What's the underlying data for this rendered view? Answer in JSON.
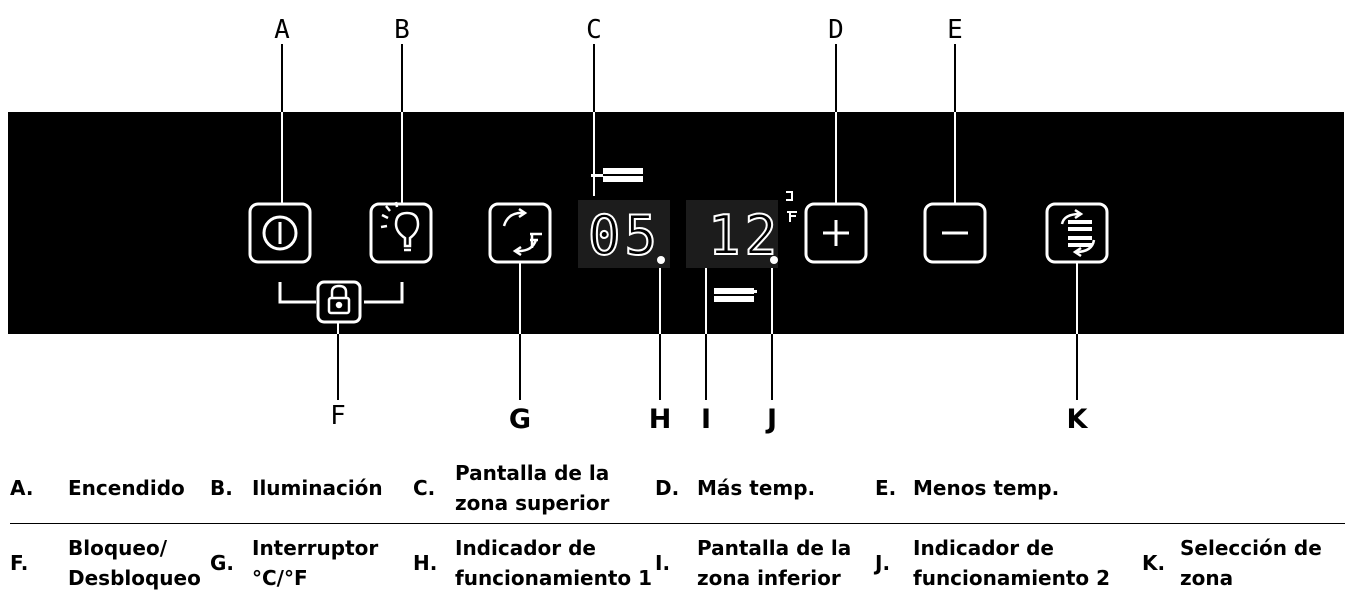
{
  "display": {
    "upper_value": "05",
    "lower_value": "12"
  },
  "callouts": {
    "A": "A",
    "B": "B",
    "C": "C",
    "D": "D",
    "E": "E",
    "F": "F",
    "G": "G",
    "H": "H",
    "I": "I",
    "J": "J",
    "K": "K"
  },
  "legend": {
    "row1": [
      {
        "letter": "A.",
        "text": "Encendido"
      },
      {
        "letter": "B.",
        "text": "Iluminación"
      },
      {
        "letter": "C.",
        "text": "Pantalla de la\nzona superior"
      },
      {
        "letter": "D.",
        "text": "Más temp."
      },
      {
        "letter": "E.",
        "text": "Menos temp."
      }
    ],
    "row2": [
      {
        "letter": "F.",
        "text": "Bloqueo/\nDesbloqueo"
      },
      {
        "letter": "G.",
        "text": "Interruptor\n°C/°F"
      },
      {
        "letter": "H.",
        "text": "Indicador de\nfuncionamiento 1"
      },
      {
        "letter": "I.",
        "text": "Pantalla de la\nzona inferior"
      },
      {
        "letter": "J.",
        "text": "Indicador de\nfuncionamiento 2"
      },
      {
        "letter": "K.",
        "text": "Selección de\nzona"
      }
    ]
  },
  "colors": {
    "panel": "#000000",
    "icon_stroke": "#ffffff",
    "display_bg": "#1c1c1c",
    "background": "#ffffff"
  }
}
